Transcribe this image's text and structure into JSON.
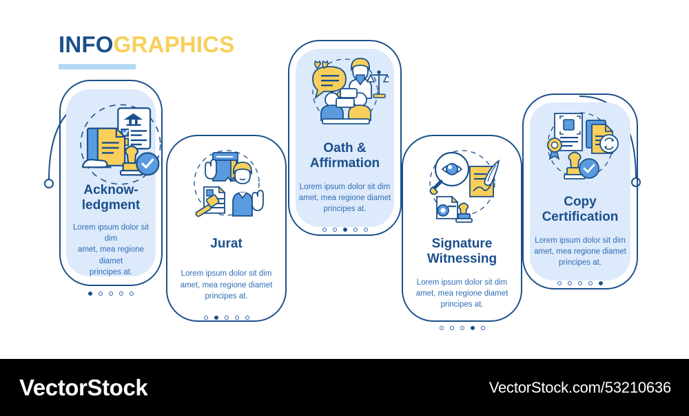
{
  "header": {
    "title_part1": "INFO",
    "title_part2": "GRAPHICS",
    "accent_dark": "#1a4f8b",
    "accent_yellow": "#f8cf5a",
    "rule_color": "#b3d9f5"
  },
  "theme": {
    "navy": "#1a4f8b",
    "blue": "#5a9be0",
    "yellow": "#f8cf5a",
    "card_fill": "#ddeafb",
    "body_text": "#2f6cb5",
    "page_bg": "#ffffff",
    "footer_bg": "#000000"
  },
  "steps": [
    {
      "id": "acknowledgment",
      "title": "Acknow-\nledgment",
      "body": "Lorem ipsum dolor sit dim\namet, mea regione diamet\nprincipes at.",
      "icon": "document-in-hand-checklist-stamp-icon",
      "style": "filled",
      "dots_total": 5,
      "dot_active": 1
    },
    {
      "id": "jurat",
      "title": "Jurat",
      "body": "Lorem ipsum dolor sit dim\namet, mea regione diamet\nprincipes at.",
      "icon": "book-oath-gavel-raised-hand-icon",
      "style": "plain",
      "dots_total": 5,
      "dot_active": 2
    },
    {
      "id": "oath-affirmation",
      "title": "Oath &\nAffirmation",
      "body": "Lorem ipsum dolor sit dim\namet, mea regione diamet\nprincipes at.",
      "icon": "speech-bubble-scales-meeting-icon",
      "style": "filled",
      "dots_total": 5,
      "dot_active": 3
    },
    {
      "id": "signature-witnessing",
      "title": "Signature\nWitnessing",
      "body": "Lorem ipsum dolor sit dim\namet, mea regione diamet\nprincipes at.",
      "icon": "magnifier-eye-quill-stamp-icon",
      "style": "plain",
      "dots_total": 5,
      "dot_active": 4
    },
    {
      "id": "copy-certification",
      "title": "Copy\nCertification",
      "body": "Lorem ipsum dolor sit dim\namet, mea regione diamet\nprincipes at.",
      "icon": "certificate-seal-copies-stamp-check-icon",
      "style": "filled",
      "dots_total": 5,
      "dot_active": 5
    }
  ],
  "footer": {
    "logo": "VectorStock",
    "url": "VectorStock.com/53210636"
  }
}
